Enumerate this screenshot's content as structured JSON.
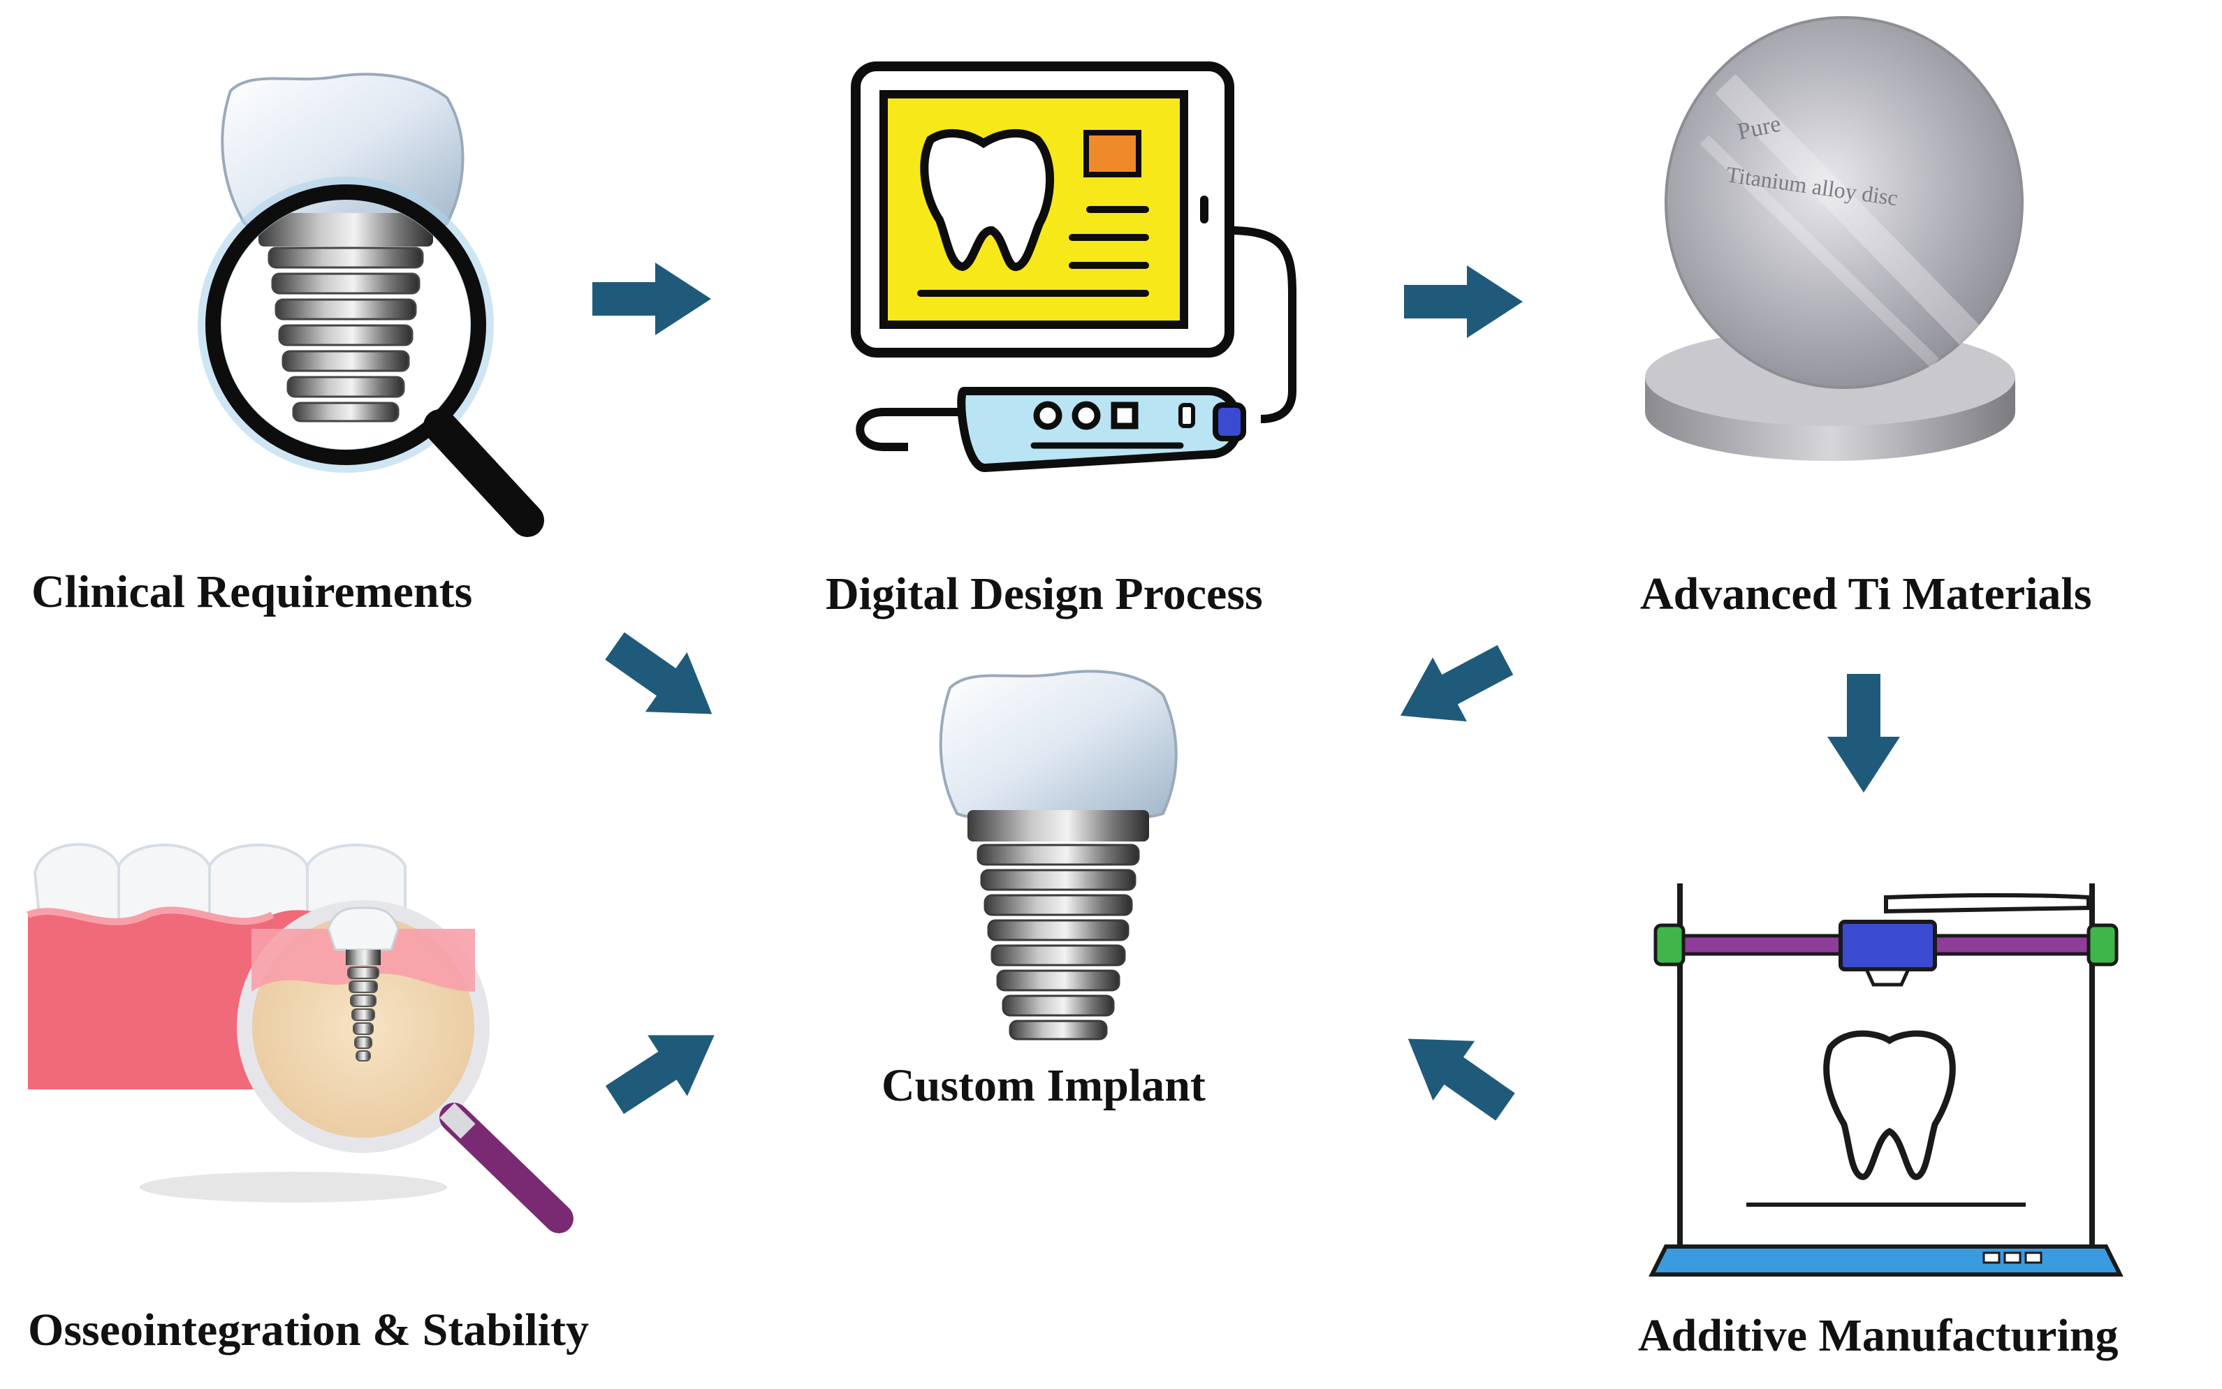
{
  "nodes": {
    "clinical": {
      "label": "Clinical Requirements",
      "icon": "magnified-implant-icon"
    },
    "digital": {
      "label": "Digital Design Process",
      "icon": "tablet-scanner-icon"
    },
    "materials": {
      "label": "Advanced Ti Materials",
      "icon": "titanium-disc-icon"
    },
    "additive": {
      "label": "Additive Manufacturing",
      "icon": "3d-printer-icon"
    },
    "osseo": {
      "label": "Osseointegration & Stability",
      "icon": "gum-magnifier-icon"
    },
    "custom": {
      "label": "Custom Implant",
      "icon": "dental-implant-icon"
    }
  },
  "disc_text": {
    "line1": "Pure",
    "line2": "Titanium alloy disc"
  },
  "colors": {
    "arrow": "#1f5a7a",
    "screen": "#f7e81a",
    "screen_badge": "#ef8a2a",
    "printer_rail": "#8e3d98",
    "printer_head": "#3b4bd1",
    "printer_end": "#3fb54a",
    "printer_bed": "#3b9be0",
    "gum": "#f06a7a",
    "magnifier_handle": "#7a2a72"
  }
}
